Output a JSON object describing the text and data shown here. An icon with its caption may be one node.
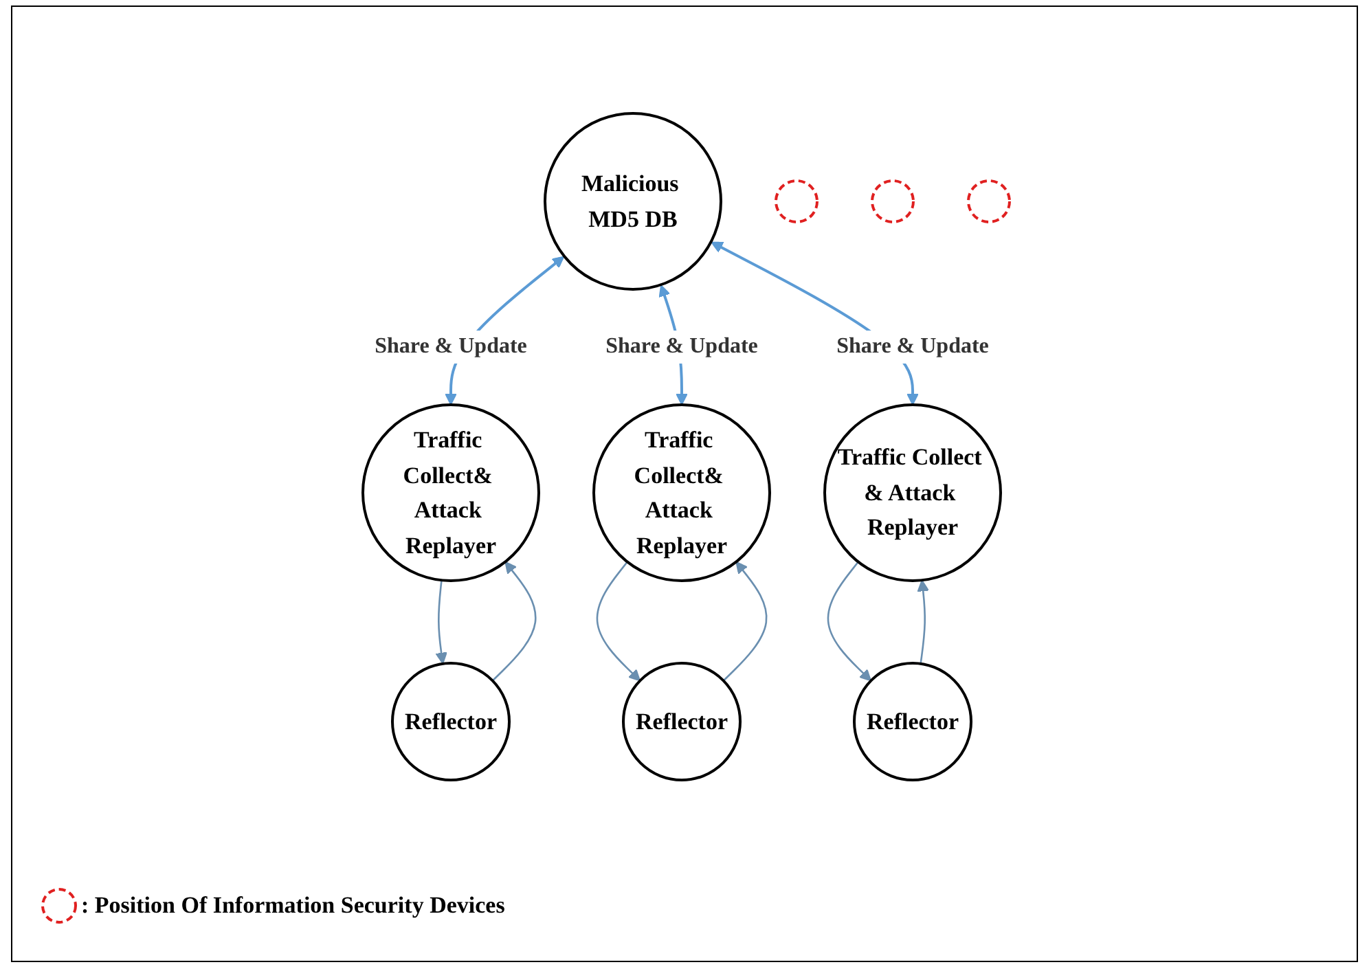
{
  "diagram": {
    "nodes": [
      {
        "text": [
          "Malicious MD5 DB"
        ]
      },
      {
        "text": [
          "Traffic Collect& Attack Replayer"
        ]
      },
      {
        "text": [],
        "shape": "circle"
      },
      {
        "text": [
          "Reflector"
        ]
      },
      {
        "text": [
          "Traffic Collect& Attack Replayer"
        ]
      },
      {
        "text": [],
        "shape": "circle"
      },
      {
        "text": [
          "Reflector"
        ]
      },
      {
        "text": [
          "Traffic Collect & Attack Replayer"
        ]
      },
      {
        "text": [],
        "shape": "circle"
      },
      {
        "text": [
          "Reflector"
        ]
      }
    ],
    "edges": [
      {
        "from": 0,
        "to": 1,
        "arrow": "both",
        "label": "Share & Update"
      },
      {
        "from": 0,
        "to": 4,
        "arrow": "both",
        "label": "Share & Update"
      },
      {
        "from": 0,
        "to": 7,
        "arrow": "both",
        "label": "Share & Update"
      },
      {
        "from": 3,
        "to": 1,
        "arrow": "to"
      },
      {
        "from": 1,
        "to": 3,
        "arrow": "to"
      },
      {
        "from": 4,
        "to": 6,
        "arrow": "to"
      },
      {
        "from": 6,
        "to": 4,
        "arrow": "to"
      },
      {
        "from": 7,
        "to": 9,
        "arrow": "to"
      },
      {
        "from": 9,
        "to": 7,
        "arrow": "to"
      }
    ],
    "legend": [
      {
        "text": ": Position Of Information Security Devices"
      }
    ]
  }
}
